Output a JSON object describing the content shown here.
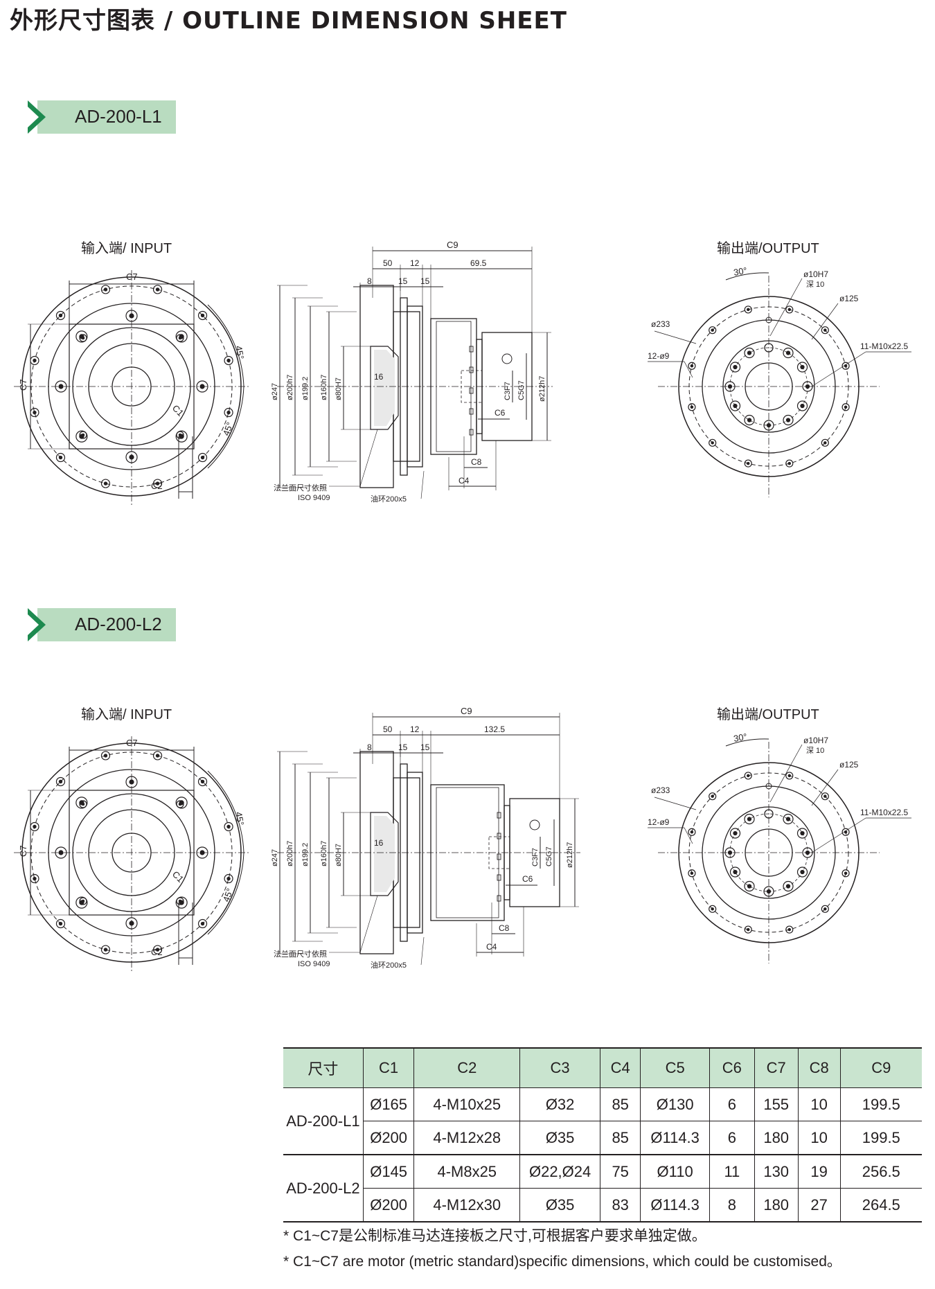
{
  "page_title": "外形尺寸图表 / OUTLINE DIMENSION SHEET",
  "colors": {
    "tag_green": "#1d8a4f",
    "tag_bg": "#b9dcc0",
    "table_header_bg": "#c9e4cf",
    "line": "#231f20"
  },
  "sections": [
    {
      "model": "AD-200-L1",
      "input_label": "输入端/ INPUT",
      "output_label": "输出端/OUTPUT",
      "input_dims": {
        "c7_top": "C7",
        "c7_side": "C7",
        "c1": "C1",
        "c2": "C2",
        "a45a": "45°",
        "a45b": "45°"
      },
      "side_dims": {
        "c9": "C9",
        "d50": "50",
        "d12": "12",
        "d_end": "69.5",
        "d8": "8",
        "d15a": "15",
        "d15b": "15",
        "d247": "ø247",
        "d200": "ø200h7",
        "d199": "ø199.2",
        "d160": "ø160h7",
        "d80": "ø80H7",
        "d16": "16",
        "c3": "C3F7",
        "c5": "C5G7",
        "d212": "ø212h7",
        "c6": "C6",
        "c8": "C8",
        "c4": "C4",
        "note_flange_1": "法兰面尺寸依照",
        "note_flange_2": "ISO 9409",
        "note_oring": "油环200x5"
      },
      "output_dims": {
        "angle": "30°",
        "d10": "ø10H7",
        "depth": "深 10",
        "d125": "ø125",
        "d233": "ø233",
        "holes12": "12-ø9",
        "threads": "11-M10x22.5"
      }
    },
    {
      "model": "AD-200-L2",
      "input_label": "输入端/ INPUT",
      "output_label": "输出端/OUTPUT",
      "input_dims": {
        "c7_top": "C7",
        "c7_side": "C7",
        "c1": "C1",
        "c2": "C2",
        "a45a": "45°",
        "a45b": "45°"
      },
      "side_dims": {
        "c9": "C9",
        "d50": "50",
        "d12": "12",
        "d_end": "132.5",
        "d8": "8",
        "d15a": "15",
        "d15b": "15",
        "d247": "ø247",
        "d200": "ø200h7",
        "d199": "ø199.2",
        "d160": "ø160h7",
        "d80": "ø80H7",
        "d16": "16",
        "c3": "C3F7",
        "c5": "C5G7",
        "d212": "ø212h7",
        "c6": "C6",
        "c8": "C8",
        "c4": "C4",
        "note_flange_1": "法兰面尺寸依照",
        "note_flange_2": "ISO 9409",
        "note_oring": "油环200x5"
      },
      "output_dims": {
        "angle": "30°",
        "d10": "ø10H7",
        "depth": "深 10",
        "d125": "ø125",
        "d233": "ø233",
        "holes12": "12-ø9",
        "threads": "11-M10x22.5"
      }
    }
  ],
  "table": {
    "headers": [
      "尺寸",
      "C1",
      "C2",
      "C3",
      "C4",
      "C5",
      "C6",
      "C7",
      "C8",
      "C9"
    ],
    "groups": [
      {
        "model": "AD-200-L1",
        "rows": [
          [
            "Ø165",
            "4-M10x25",
            "Ø32",
            "85",
            "Ø130",
            "6",
            "155",
            "10",
            "199.5"
          ],
          [
            "Ø200",
            "4-M12x28",
            "Ø35",
            "85",
            "Ø114.3",
            "6",
            "180",
            "10",
            "199.5"
          ]
        ]
      },
      {
        "model": "AD-200-L2",
        "rows": [
          [
            "Ø145",
            "4-M8x25",
            "Ø22,Ø24",
            "75",
            "Ø110",
            "11",
            "130",
            "19",
            "256.5"
          ],
          [
            "Ø200",
            "4-M12x30",
            "Ø35",
            "83",
            "Ø114.3",
            "8",
            "180",
            "27",
            "264.5"
          ]
        ]
      }
    ]
  },
  "footnotes": [
    "* C1~C7是公制标准马达连接板之尺寸,可根据客户要求单独定做。",
    "* C1~C7 are motor (metric standard)specific dimensions, which could be customised。"
  ]
}
